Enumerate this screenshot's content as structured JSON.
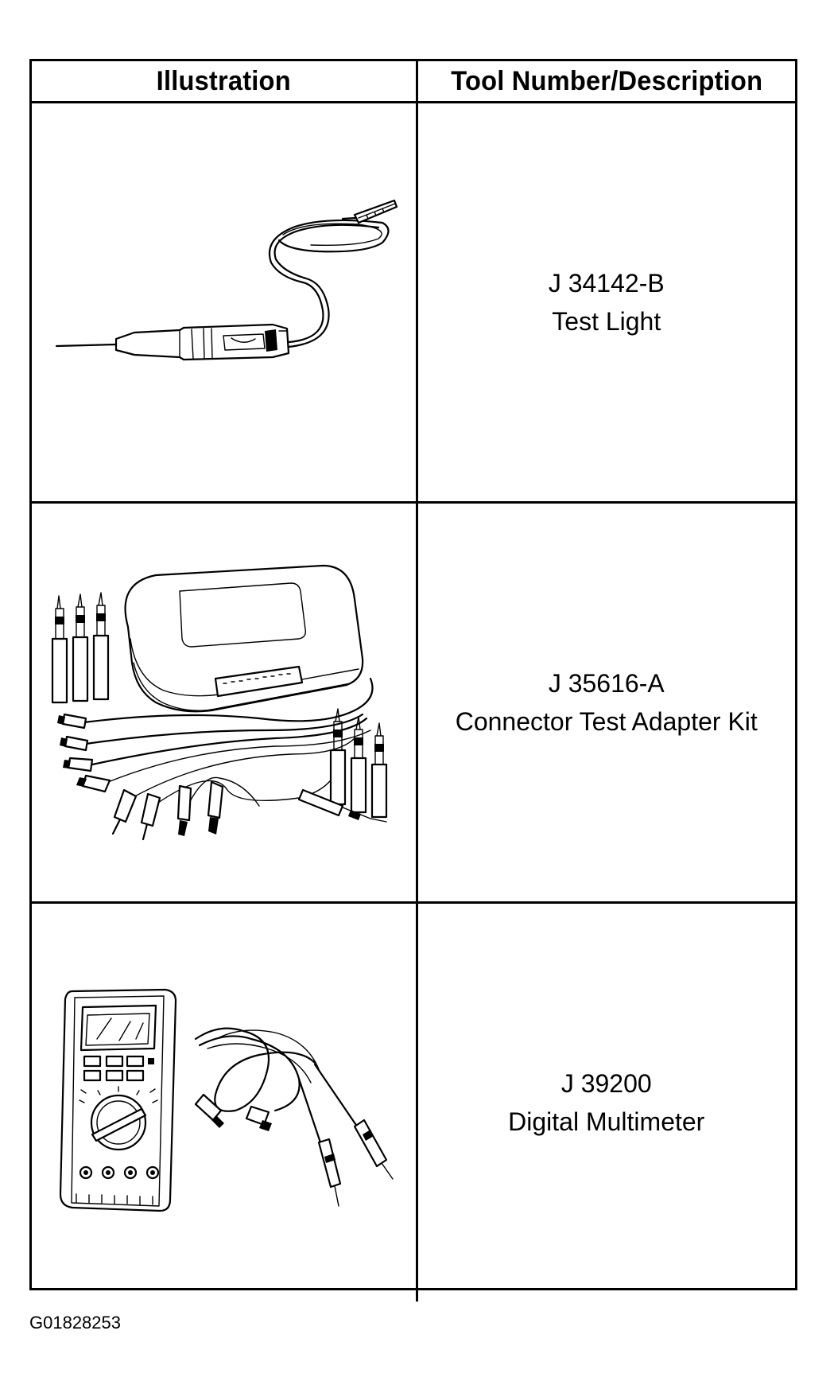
{
  "table": {
    "header": {
      "illustration": "Illustration",
      "description": "Tool Number/Description"
    },
    "rows": [
      {
        "tool_number": "J 34142-B",
        "description": "Test Light",
        "illustration_icon": "test-light-icon"
      },
      {
        "tool_number": "J 35616-A",
        "description": "Connector Test Adapter Kit",
        "illustration_icon": "connector-test-adapter-kit-icon"
      },
      {
        "tool_number": "J 39200",
        "description": "Digital Multimeter",
        "illustration_icon": "digital-multimeter-icon"
      }
    ]
  },
  "figure_code": "G01828253"
}
